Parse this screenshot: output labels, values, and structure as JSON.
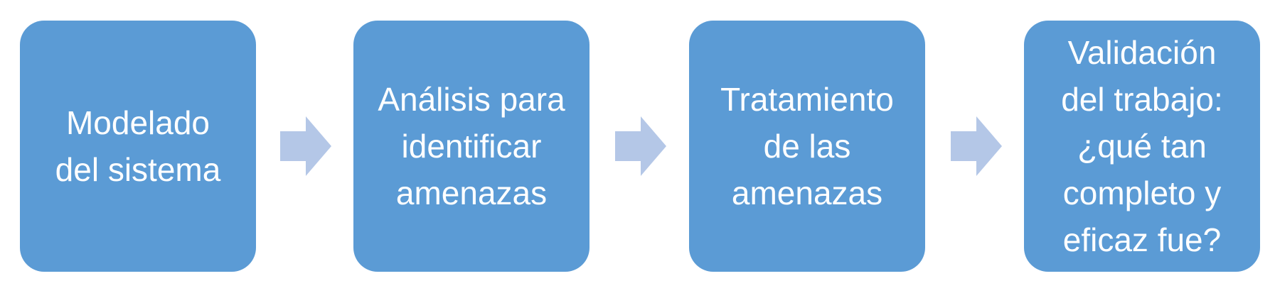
{
  "colors": {
    "box": "#5B9BD5",
    "arrow": "#B4C7E7",
    "text": "#FFFFFF"
  },
  "steps": [
    {
      "label": "Modelado\ndel sistema"
    },
    {
      "label": "Análisis para\nidentificar\namenazas"
    },
    {
      "label": "Tratamiento\nde las\namenazas"
    },
    {
      "label": "Validación\ndel trabajo:\n¿qué tan\ncompleto y\neficaz fue?"
    }
  ]
}
